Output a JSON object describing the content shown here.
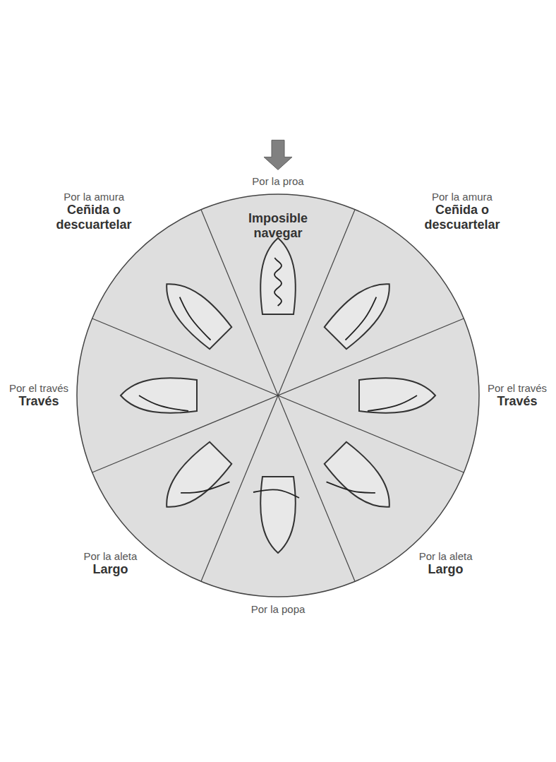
{
  "diagram": {
    "labels": [
      "Por la proa",
      "Imposible navegar",
      "Por la amura",
      "Ceñida o descuartelar",
      "Por el través",
      "Través",
      "Por la aleta",
      "Largo",
      "Por la popa",
      "Largo",
      "Por la aleta",
      "Través",
      "Por el través",
      "Ceñida o descuartelar",
      "Por la amura"
    ]
  }
}
